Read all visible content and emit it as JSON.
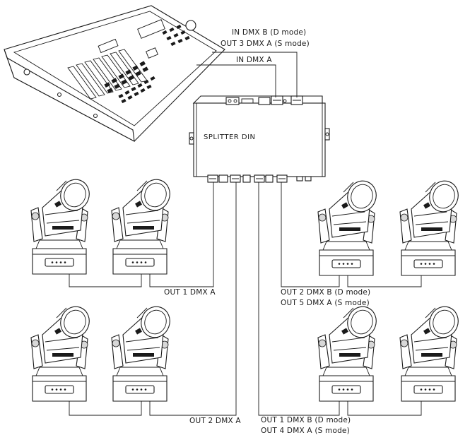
{
  "splitter": {
    "title": "SPLITTER DIN"
  },
  "labels": {
    "in_dmx_b": "IN DMX B (D mode)",
    "out3_dmx_a": "OUT 3 DMX A (S mode)",
    "in_dmx_a": "IN DMX A",
    "out1_dmx_a": "OUT 1 DMX A",
    "out2_dmx_b": "OUT 2 DMX B (D mode)",
    "out5_dmx_a": "OUT 5 DMX A (S mode)",
    "out2_dmx_a": "OUT 2 DMX A",
    "out1_dmx_b": "OUT 1 DMX B (D mode)",
    "out4_dmx_a": "OUT 4 DMX A (S mode)"
  },
  "colors": {
    "line": "#1a1a1a",
    "cable": "#2c6f97"
  }
}
